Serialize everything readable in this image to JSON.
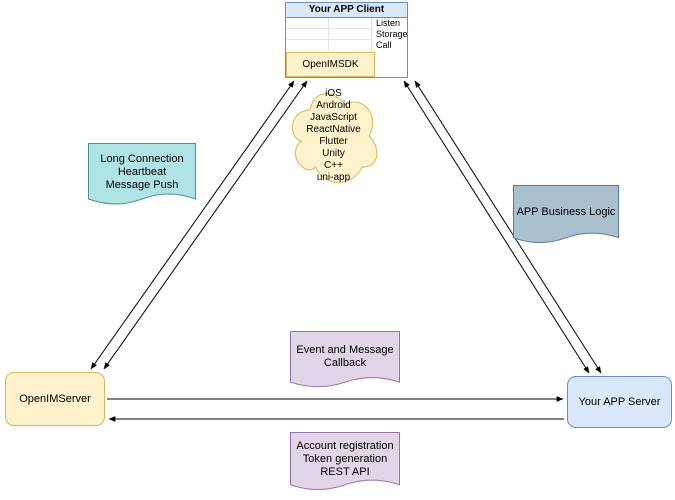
{
  "client": {
    "title": "Your APP Client",
    "interface_labels": [
      "Listen",
      "Storage",
      "Call"
    ],
    "sdk_label": "OpenIMSDK"
  },
  "platforms_cloud": "iOS\nAndroid\nJavaScript\nReactNative\nFlutter\nUnity\nC++\nuni-app",
  "notes": {
    "long_connection": "Long Connection\nHeartbeat\nMessage Push",
    "business_logic": "APP Business Logic",
    "event_callback": "Event and Message\nCallback",
    "rest_api": "Account registration\nToken generation\nREST API"
  },
  "nodes": {
    "openim_server": "OpenIMServer",
    "app_server": "Your APP Server"
  },
  "colors": {
    "client_header_fill": "#dae8fc",
    "client_border": "#6c8ebf",
    "sdk_fill": "#fff2cc",
    "sdk_border": "#d6b656",
    "cloud_fill": "#fff2cc",
    "cloud_border": "#d6b656",
    "note_teal_fill": "#b0e3e6",
    "note_teal_border": "#4d8f96",
    "note_gray_fill": "#a9c0cf",
    "note_gray_border": "#64798a",
    "note_purple_fill": "#e1d5e7",
    "note_purple_border": "#9673a6",
    "server_yellow_fill": "#fff2cc",
    "server_yellow_border": "#d6b656",
    "server_blue_fill": "#dae8fc",
    "server_blue_border": "#6c8ebf",
    "arrow": "#000000"
  }
}
